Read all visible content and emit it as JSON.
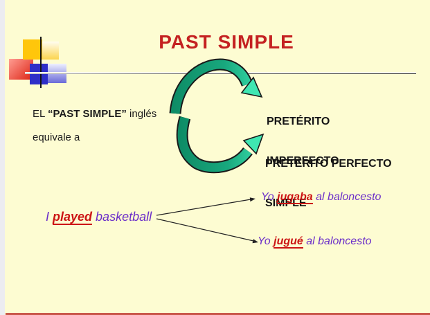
{
  "slide": {
    "title": "PAST SIMPLE",
    "intro": {
      "prefix": "EL ",
      "quoted": "“PAST SIMPLE”",
      "suffix": " inglés",
      "line2": "equivale a"
    },
    "cycle": {
      "top_label_line1": "PRETÉRITO",
      "top_label_line2": "IMPERFECTO",
      "bottom_label_line1": "PRETÉRITO PERFECTO",
      "bottom_label_line2": "SIMPLE"
    },
    "example": {
      "subject": "I ",
      "verb": "played",
      "object": " basketball"
    },
    "translations": [
      {
        "pronoun": "Yo ",
        "verb": "jugaba",
        "rest": " al baloncesto"
      },
      {
        "pronoun": "Yo ",
        "verb": "jugué",
        "rest": " al baloncesto"
      }
    ],
    "colors": {
      "slide_background": "#FDFCD2",
      "frame_gray": "#ECECF1",
      "title_red": "#C42121",
      "verb_red": "#CC1414",
      "purple": "#6B2FC9",
      "text_black": "#1A1A1A",
      "arrow_dark_teal": "#0E8C66",
      "arrow_light_teal": "#3FE6B2",
      "bottom_bar_red": "#C9584A",
      "logo_yellow": "#FFC60B",
      "logo_blue": "#2E2EC8",
      "logo_red": "#DD2314"
    }
  }
}
